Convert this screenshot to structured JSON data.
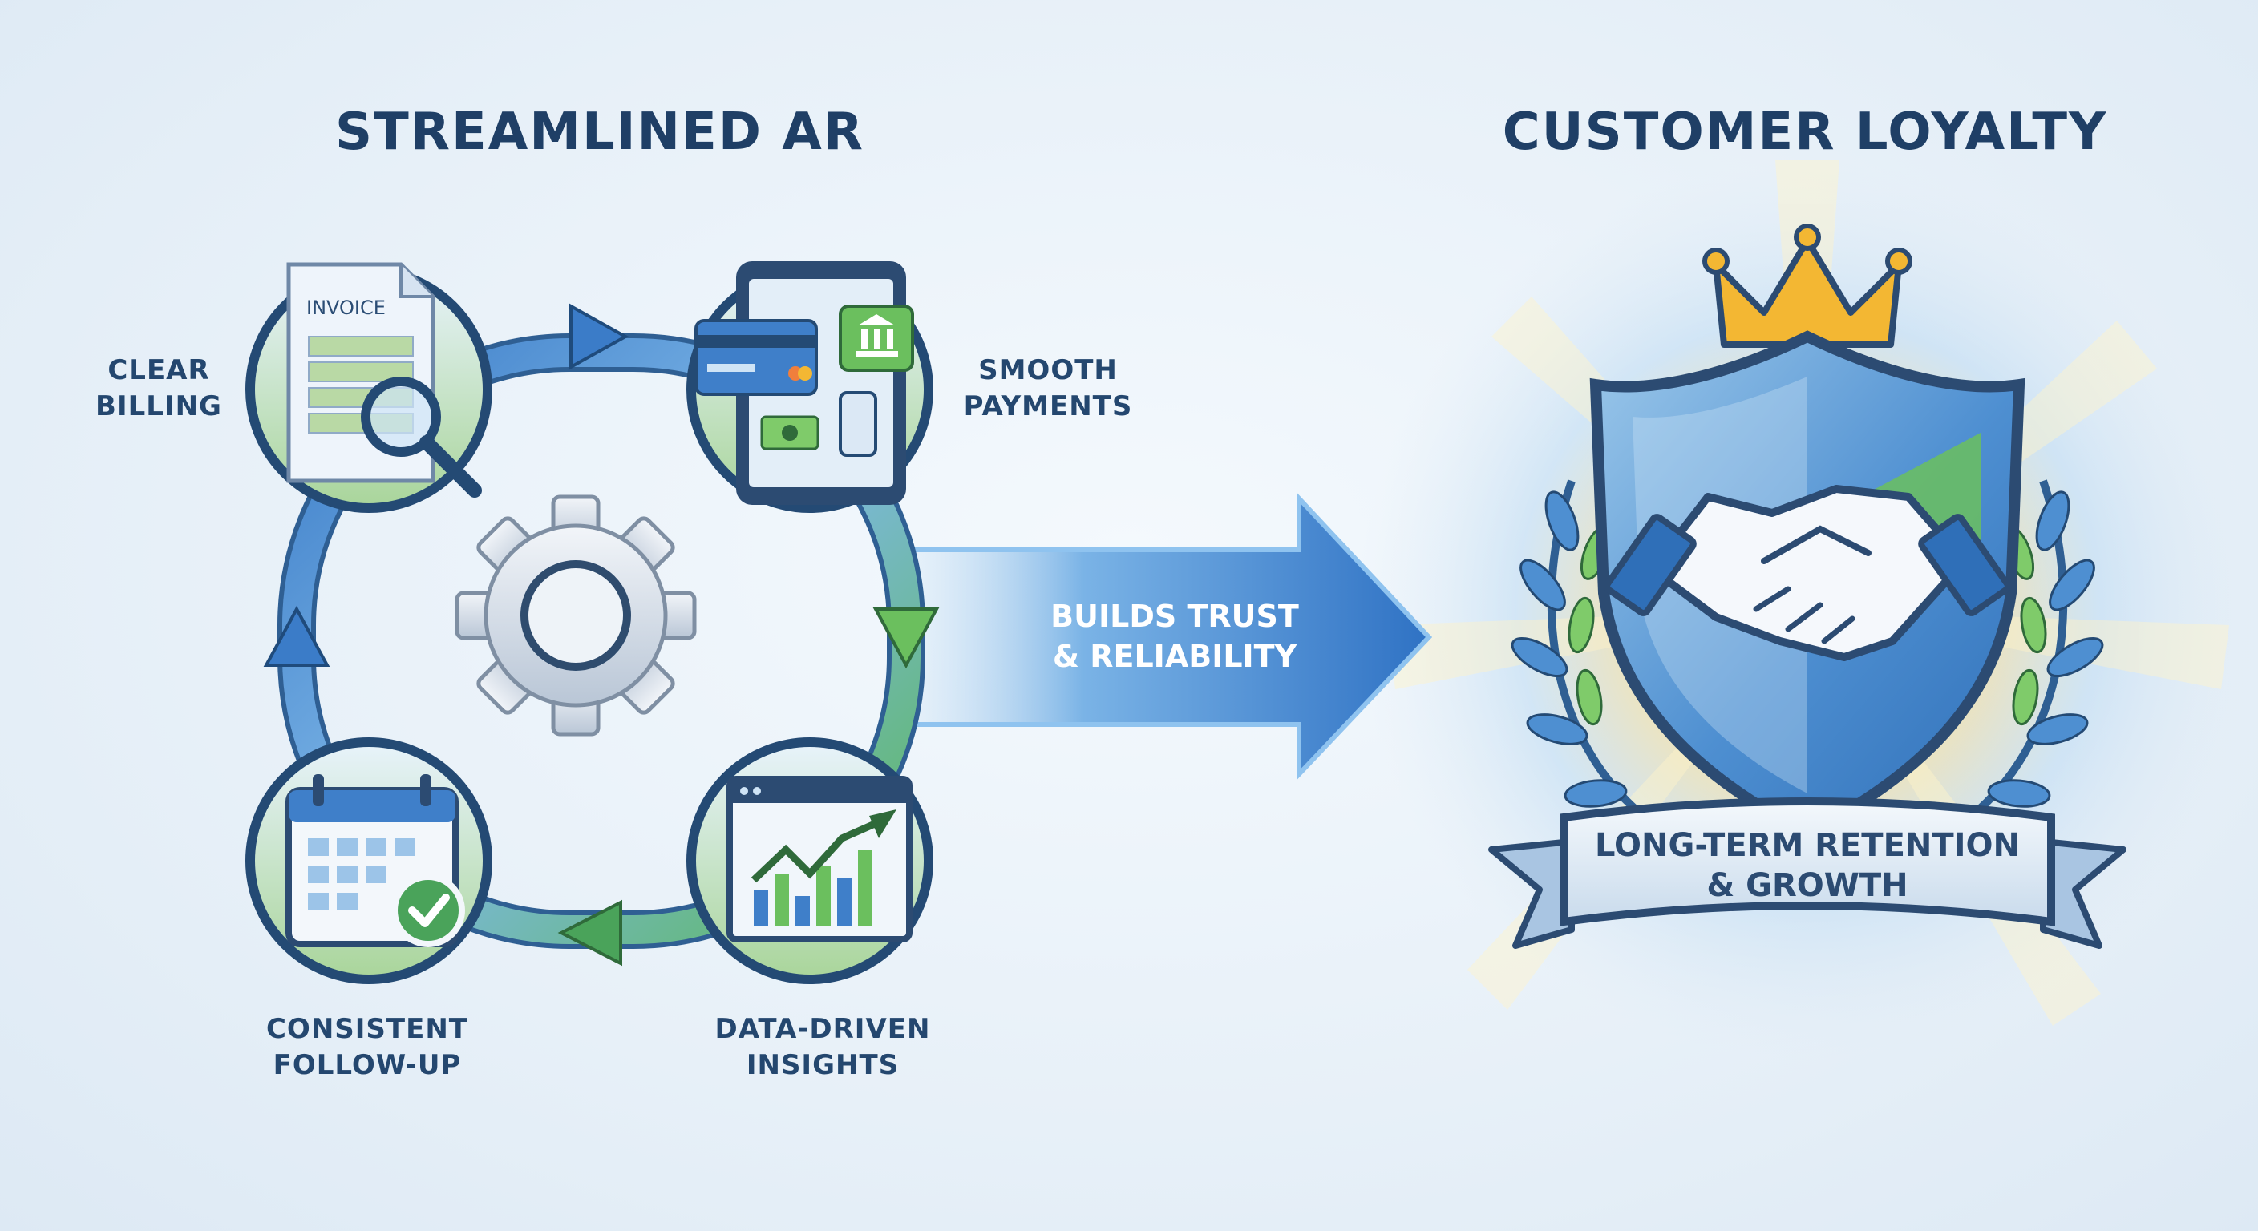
{
  "left_title": "STREAMLINED AR",
  "right_title": "CUSTOMER LOYALTY",
  "steps": [
    {
      "id": "clear-billing",
      "lines": [
        "CLEAR",
        "BILLING"
      ],
      "icon": "invoice-icon",
      "icon_text": "INVOICE"
    },
    {
      "id": "smooth-payments",
      "lines": [
        "SMOOTH",
        "PAYMENTS"
      ],
      "icon": "payment-tablet-icon"
    },
    {
      "id": "data-driven-insights",
      "lines": [
        "DATA-DRIVEN",
        "INSIGHTS"
      ],
      "icon": "growth-chart-icon"
    },
    {
      "id": "consistent-follow-up",
      "lines": [
        "CONSISTENT",
        "FOLLOW-UP"
      ],
      "icon": "calendar-check-icon"
    }
  ],
  "center_icon": "gear-icon",
  "arrow_label": [
    "BUILDS TRUST",
    "& RELIABILITY"
  ],
  "banner_text": [
    "LONG-TERM RETENTION",
    "& GROWTH"
  ],
  "emblem_icons": [
    "crown-icon",
    "shield-icon",
    "handshake-icon",
    "laurel-wreath-icon"
  ],
  "colors": {
    "navy": "#1f3f66",
    "blue": "#3f7fc9",
    "green": "#5cb85c",
    "gold": "#f3b733",
    "light_blue": "#cfe4f6"
  }
}
